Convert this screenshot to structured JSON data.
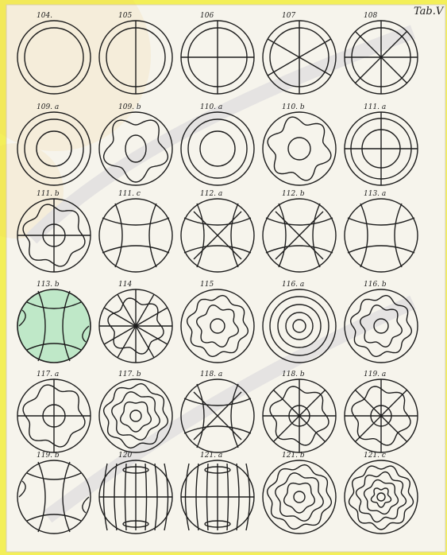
{
  "plate": {
    "tab_label": "Tab.V",
    "figures": [
      {
        "label": "104.",
        "pattern": "rings2"
      },
      {
        "label": "105",
        "pattern": "diam1"
      },
      {
        "label": "106",
        "pattern": "diam2"
      },
      {
        "label": "107",
        "pattern": "diam3"
      },
      {
        "label": "108",
        "pattern": "diam4"
      },
      {
        "label": "109. a",
        "pattern": "rings3"
      },
      {
        "label": "109. b",
        "pattern": "wavy5"
      },
      {
        "label": "110. a",
        "pattern": "rings3"
      },
      {
        "label": "110. b",
        "pattern": "wavy6"
      },
      {
        "label": "111. a",
        "pattern": "ringcross"
      },
      {
        "label": "111. b",
        "pattern": "crossRing"
      },
      {
        "label": "111. c",
        "pattern": "lens"
      },
      {
        "label": "112. a",
        "pattern": "lensX"
      },
      {
        "label": "112. b",
        "pattern": "lensX"
      },
      {
        "label": "113. a",
        "pattern": "lens"
      },
      {
        "label": "113. b",
        "pattern": "curvesGreen"
      },
      {
        "label": "114",
        "pattern": "star"
      },
      {
        "label": "115",
        "pattern": "wavyRings"
      },
      {
        "label": "116. a",
        "pattern": "rings4"
      },
      {
        "label": "116. b",
        "pattern": "wavyRings"
      },
      {
        "label": "117. a",
        "pattern": "crossRing"
      },
      {
        "label": "117. b",
        "pattern": "wavyRings2"
      },
      {
        "label": "118. a",
        "pattern": "lensX"
      },
      {
        "label": "118. b",
        "pattern": "mesh"
      },
      {
        "label": "119. a",
        "pattern": "mesh"
      },
      {
        "label": "119. b",
        "pattern": "curves"
      },
      {
        "label": "120",
        "pattern": "vlines"
      },
      {
        "label": "121. a",
        "pattern": "vlines"
      },
      {
        "label": "121. b",
        "pattern": "wavyRings2"
      },
      {
        "label": "121. c",
        "pattern": "wavyRings3"
      }
    ]
  },
  "colors": {
    "border": "#f3ef59",
    "paper": "#f6f4ec",
    "ink": "#1c1c1c",
    "green_tint": "#bfe8c8"
  }
}
